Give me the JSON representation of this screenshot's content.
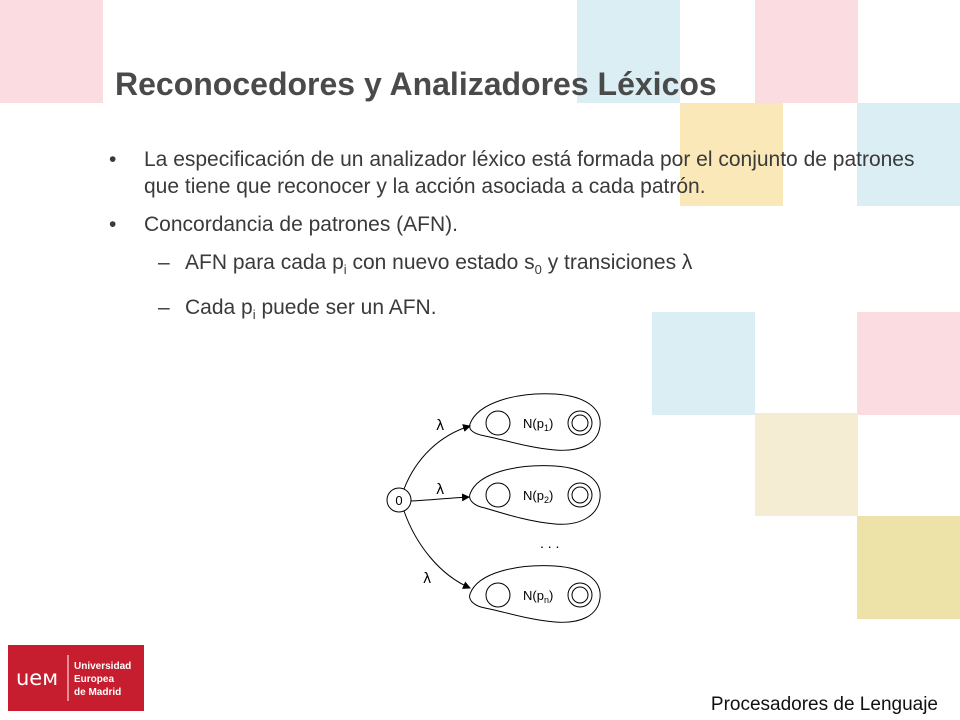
{
  "slide": {
    "title": "Reconocedores y Analizadores Léxicos",
    "footer": "Procesadores de Lenguaje"
  },
  "content": {
    "bullet_mark": "•",
    "dash_mark": "–",
    "bullets": [
      "La especificación de un analizador léxico está formada por el conjunto de patrones que tiene que reconocer y la acción asociada a cada patrón.",
      "Concordancia de patrones (AFN)."
    ],
    "sub1": {
      "part1": "AFN para cada p",
      "sub_i": "i",
      "part2": " con nuevo estado s",
      "sub_0": "0",
      "part3": " y transiciones λ"
    },
    "sub2": {
      "part1": "Cada p",
      "sub_i": "i",
      "part2": " puede ser un AFN."
    }
  },
  "diagram": {
    "start_state": "0",
    "lambda": "λ",
    "n_prefix": "N(p",
    "n_suffix": ")",
    "subscripts": [
      "1",
      "2",
      "n"
    ],
    "ellipsis": ". . ."
  },
  "logo": {
    "symbol": "ueм",
    "line1": "Universidad",
    "line2": "Europea",
    "line3": "de Madrid"
  },
  "colors": {
    "pink": "#fbdde1",
    "light_blue": "#dbeef4",
    "yellow": "#fbe8b8",
    "beige": "#f5ecd4",
    "olive": "#ede3a8",
    "brand_red": "#c61e2e"
  }
}
